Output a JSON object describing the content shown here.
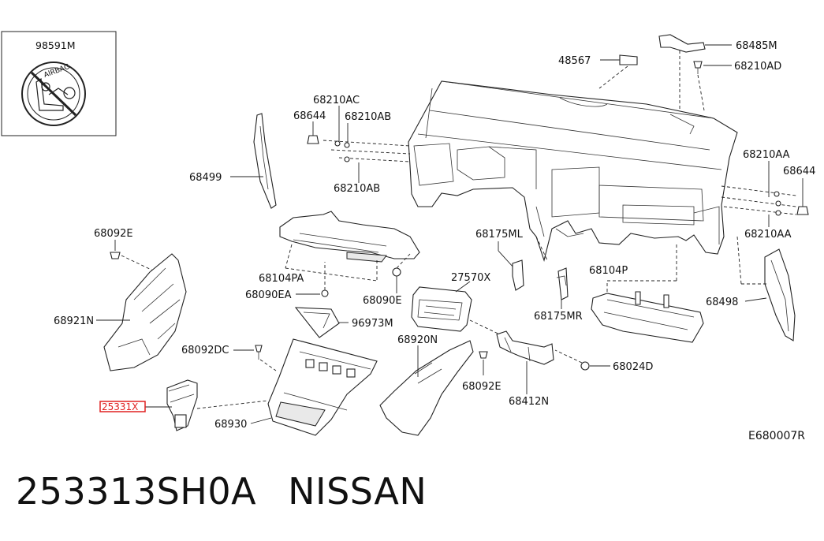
{
  "diagram": {
    "inset_label": "98591M",
    "inset_sticker_text": "AIRBAG",
    "drawing_ref": "E680007R",
    "highlighted_part": "25331X",
    "part_labels": {
      "p48567": "48567",
      "p68485M": "68485M",
      "p68210AD": "68210AD",
      "p68210AC": "68210AC",
      "p68644a": "68644",
      "p68210ABa": "68210AB",
      "p68210ABb": "68210AB",
      "p68499": "68499",
      "p68210AAa": "68210AA",
      "p68644b": "68644",
      "p68210AAb": "68210AA",
      "p68092Ea": "68092E",
      "p68104PA": "68104PA",
      "p68090EA": "68090EA",
      "p68090E": "68090E",
      "p68175ML": "68175ML",
      "p27570X": "27570X",
      "p68104P": "68104P",
      "p68498": "68498",
      "p68921N": "68921N",
      "p96973M": "96973M",
      "p68175MR": "68175MR",
      "p68092DC": "68092DC",
      "p68920N": "68920N",
      "p68024D": "68024D",
      "p68092Eb": "68092E",
      "p68412N": "68412N",
      "p68930": "68930"
    }
  },
  "caption": {
    "part_number": "253313SH0A",
    "brand": "NISSAN"
  },
  "colors": {
    "line": "#222222",
    "highlight": "#e02020",
    "background": "#ffffff"
  }
}
